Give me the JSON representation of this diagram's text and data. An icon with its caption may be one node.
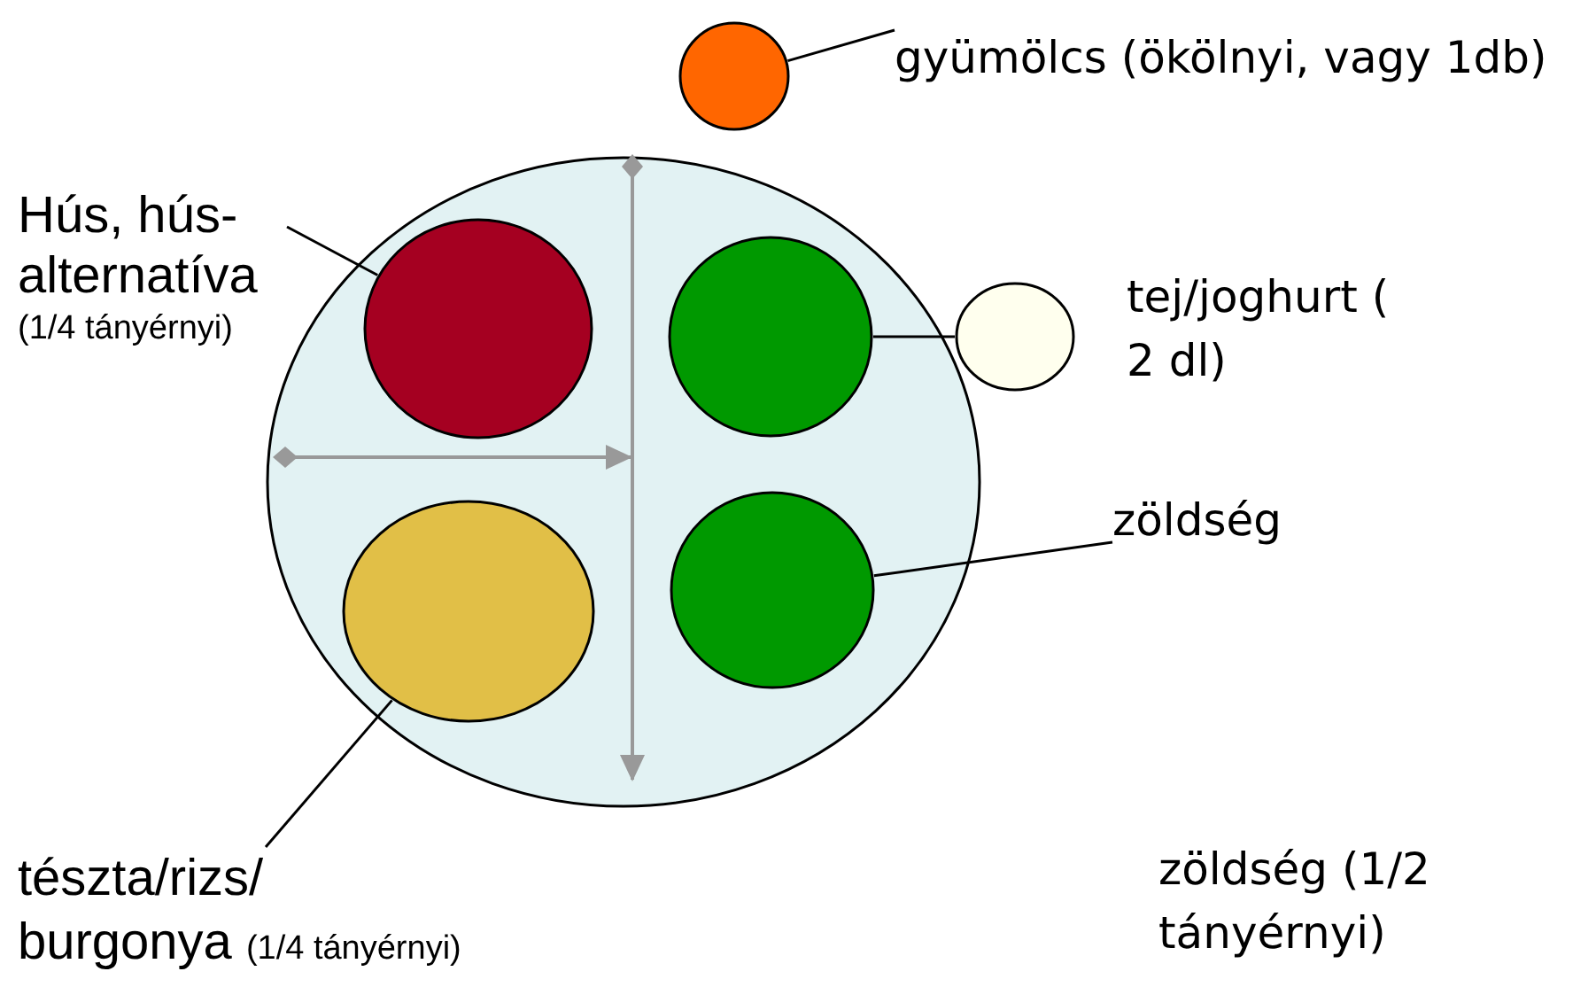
{
  "diagram": {
    "nodes": [
      {
        "text": [],
        "shape": "circle"
      },
      {
        "text": [],
        "shape": "circle",
        "in": 0
      },
      {
        "text": [],
        "shape": "circle",
        "in": 0
      },
      {
        "text": [],
        "shape": "circle",
        "in": 0
      },
      {
        "text": [],
        "shape": "circle",
        "in": 0
      },
      {
        "text": [],
        "shape": "circle"
      },
      {
        "text": [],
        "shape": "circle",
        "beside": [
          "tej/joghurt ( 2 dl)"
        ]
      },
      {
        "text": [
          "gyümölcs (ökölnyi, vagy 1db)"
        ]
      },
      {
        "text": [
          "Hús, hús- alternatíva",
          "(1/4 tányérnyi)"
        ]
      },
      {
        "text": [
          "zöldség"
        ]
      },
      {
        "text": [
          "tészta/rizs/ burgonya",
          "(1/4 tányérnyi)"
        ]
      }
    ],
    "edges": [
      {
        "from": 5,
        "to": 7,
        "arrow": "none"
      },
      {
        "from": 8,
        "to": 1,
        "arrow": "none"
      },
      {
        "from": 2,
        "to": 6,
        "arrow": "none"
      },
      {
        "from": 4,
        "to": 9,
        "arrow": "none"
      },
      {
        "from": 10,
        "to": 3,
        "arrow": "none"
      }
    ],
    "labels": [
      "zöldség (1/2 tányérnyi)"
    ]
  }
}
